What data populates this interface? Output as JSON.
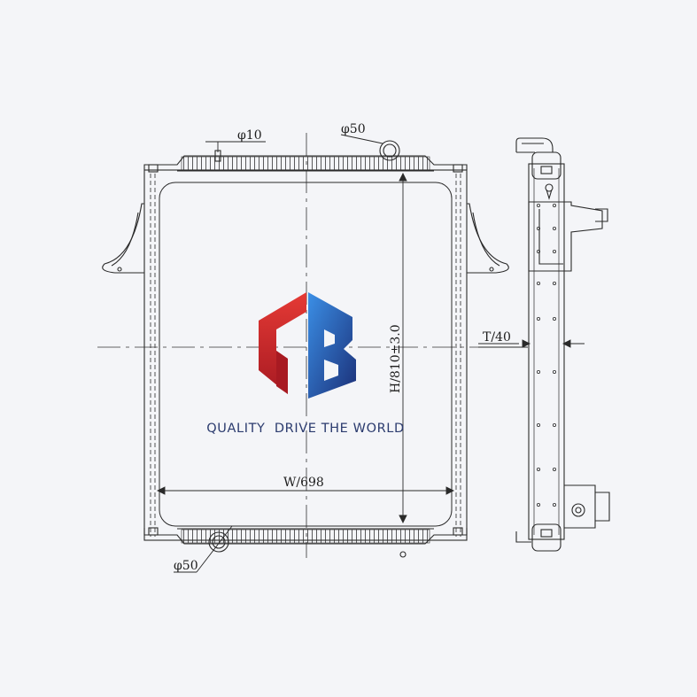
{
  "dimensions": {
    "top_pipe_dia": "φ10",
    "top_inlet_dia": "φ50",
    "bottom_outlet_dia": "φ50",
    "height": "H/810±3.0",
    "width": "W/698",
    "thickness": "T/40"
  },
  "logo": {
    "tagline": "QUALITY  DRIVE THE WORLD",
    "colors": {
      "red": "#d8242b",
      "blue": "#1e63c8",
      "dark_blue": "#1b2f77"
    }
  },
  "colors": {
    "line": "#2a2a2a",
    "background": "#f4f5f8"
  }
}
